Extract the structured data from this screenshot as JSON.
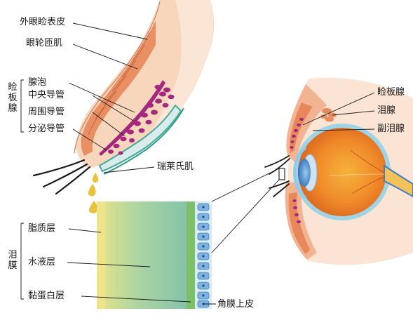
{
  "labels": {
    "eyelid_skin": "外眼睑表皮",
    "orbicularis": "眼轮匝肌",
    "meibomian_gland": "睑板腺",
    "acinus": "腺泡",
    "central_duct": "中央导管",
    "peripheral_duct": "周围导管",
    "secretory_duct": "分泌导管",
    "riolan_muscle": "瑞莱氏肌",
    "meibomian_gland_right": "睑板腺",
    "lacrimal_gland": "泪腺",
    "accessory_lacrimal": "副泪腺",
    "tear_film": "泪膜",
    "lipid_layer": "脂质层",
    "aqueous_layer": "水液层",
    "mucin_layer": "黏蛋白层",
    "corneal_epithelium": "角膜上皮"
  },
  "colors": {
    "skin": "#f5cfb0",
    "muscle": "#e8875a",
    "gland": "#a3287e",
    "lipid": "#eee48a",
    "aqueous": "#8fc8a8",
    "mucin": "#5fb84f",
    "cornea_cell": "#7fb2dd",
    "iris": "#4b86c9",
    "globe": "#f08a2a"
  }
}
